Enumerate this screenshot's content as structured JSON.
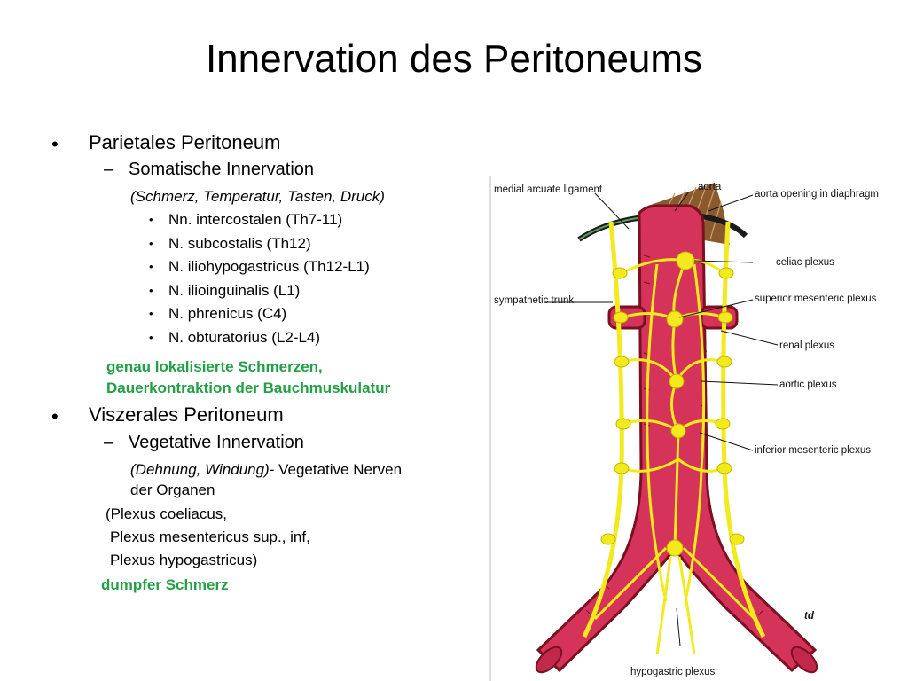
{
  "title": "Innervation des Peritoneums",
  "parietal": {
    "heading": "Parietales Peritoneum",
    "sub": "Somatische Innervation",
    "note": "(Schmerz, Temperatur, Tasten, Druck)",
    "nerves": [
      "Nn. intercostalen (Th7-11)",
      "N. subcostalis (Th12)",
      "N. iliohypogastricus (Th12-L1)",
      "N. ilioinguinalis (L1)",
      "N. phrenicus (C4)",
      "N. obturatorius (L2-L4)"
    ],
    "highlight": [
      "genau lokalisierte Schmerzen,",
      "Dauerkontraktion der Bauchmuskulatur"
    ]
  },
  "visceral": {
    "heading": "Viszerales Peritoneum",
    "sub": "Vegetative Innervation",
    "note_italic": "(Dehnung, Windung)",
    "note_rest": "- Vegetative Nerven",
    "note_line2": "der Organen",
    "plexus": [
      "(Plexus coeliacus,",
      "Plexus mesentericus sup., inf,",
      "Plexus hypogastricus)"
    ],
    "highlight": "dumpfer Schmerz"
  },
  "diagram_labels": {
    "medial_arcuate": "medial arcuate ligament",
    "aorta": "aorta",
    "aorta_opening": "aorta opening in diaphragm",
    "celiac": "celiac plexus",
    "sympathetic": "sympathetic trunk",
    "superior_mesenteric": "superior mesenteric plexus",
    "renal": "renal plexus",
    "aortic": "aortic plexus",
    "inferior_mesenteric": "inferior mesenteric plexus",
    "hypogastric": "hypogastric plexus",
    "signature": "td"
  },
  "colors": {
    "highlight": "#22a045",
    "artery": "#d6335a",
    "nerve": "#f2ea1c"
  }
}
